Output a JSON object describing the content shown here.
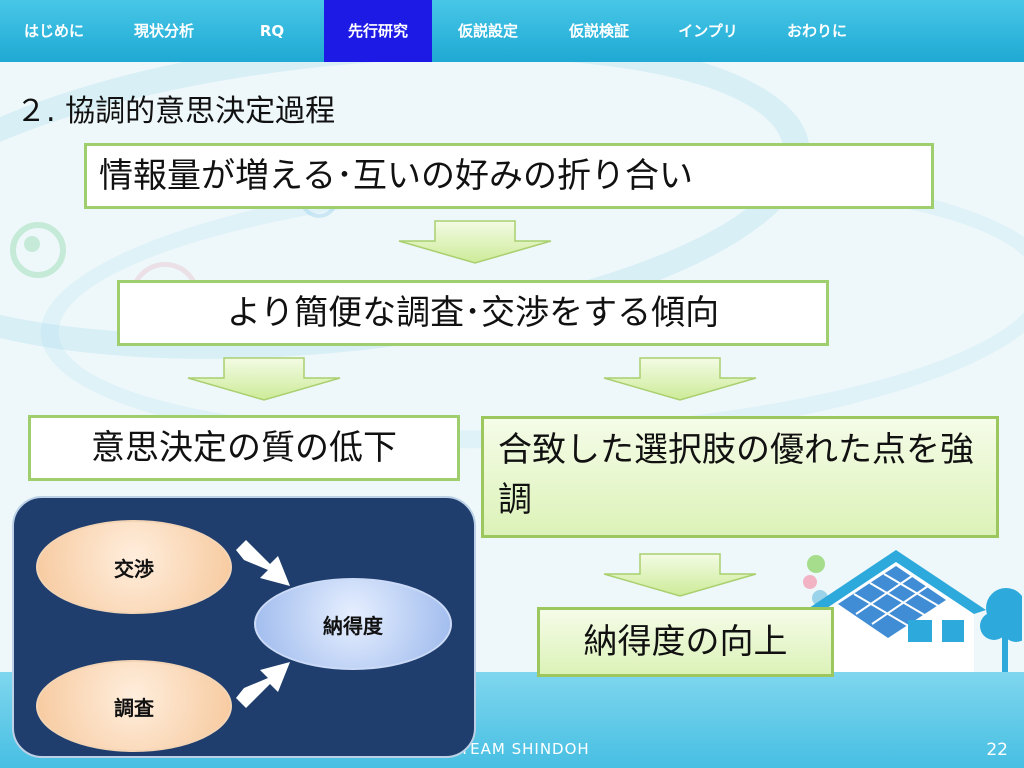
{
  "nav": {
    "tabs": [
      {
        "label": "はじめに"
      },
      {
        "label": "現状分析"
      },
      {
        "label": "RQ"
      },
      {
        "label": "先行研究"
      },
      {
        "label": "仮説設定"
      },
      {
        "label": "仮説検証"
      },
      {
        "label": "インプリ"
      },
      {
        "label": "おわりに"
      }
    ],
    "active_tab": "先行研究"
  },
  "slide": {
    "title": "２. 協調的意思決定過程",
    "box1": "情報量が増える･互いの好みの折り合い",
    "box2": "より簡便な調査･交渉をする傾向",
    "box3": "意思決定の質の低下",
    "box4": "合致した選択肢の優れた点を強調",
    "box5": "納得度の向上"
  },
  "diagram": {
    "negotiation": "交渉",
    "survey": "調査",
    "satisfaction": "納得度"
  },
  "footer": {
    "team": "TEAM SHINDOH",
    "page_number": "22"
  },
  "colors": {
    "nav_bg": "#2bb5dd",
    "nav_active": "#1e1ae6",
    "box_border": "#9fce6f",
    "panel_bg": "#1f3e6e"
  }
}
